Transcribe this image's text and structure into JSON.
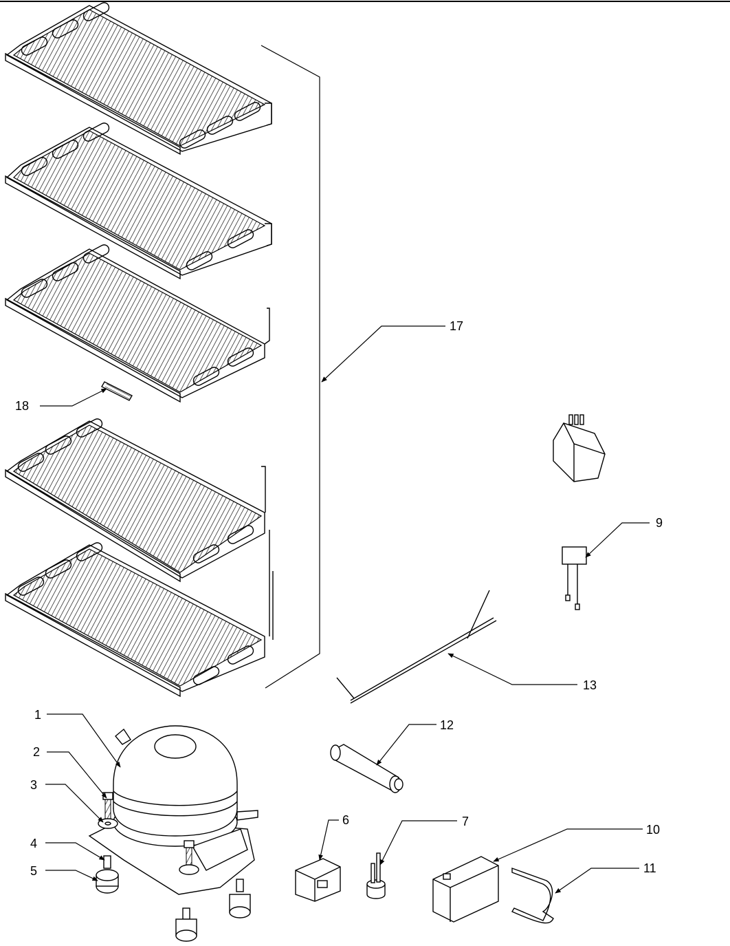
{
  "callouts": {
    "c1": "1",
    "c2": "2",
    "c3": "3",
    "c4": "4",
    "c5": "5",
    "c6": "6",
    "c7": "7",
    "c9": "9",
    "c10": "10",
    "c11": "11",
    "c12": "12",
    "c13": "13",
    "c17": "17",
    "c18": "18"
  }
}
